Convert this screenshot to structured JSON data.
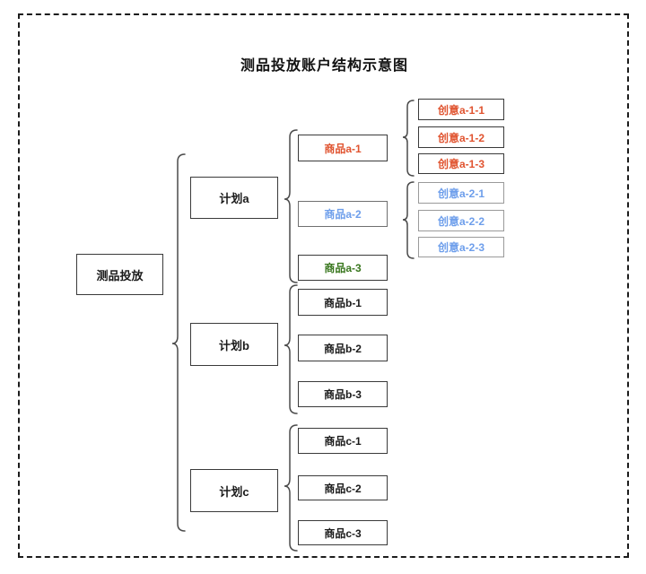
{
  "title": "测品投放账户结构示意图",
  "colors": {
    "red_orange": "#E0532F",
    "blue": "#6D9EEB",
    "green": "#38761D",
    "black": "#1A1A1A"
  },
  "nodes": {
    "root": {
      "label": "测品投放"
    },
    "plan_a": {
      "label": "计划a"
    },
    "plan_b": {
      "label": "计划b"
    },
    "plan_c": {
      "label": "计划c"
    },
    "prod_a1": {
      "label": "商品a-1"
    },
    "prod_a2": {
      "label": "商品a-2"
    },
    "prod_a3": {
      "label": "商品a-3"
    },
    "prod_b1": {
      "label": "商品b-1"
    },
    "prod_b2": {
      "label": "商品b-2"
    },
    "prod_b3": {
      "label": "商品b-3"
    },
    "prod_c1": {
      "label": "商品c-1"
    },
    "prod_c2": {
      "label": "商品c-2"
    },
    "prod_c3": {
      "label": "商品c-3"
    },
    "cre_a11": {
      "label": "创意a-1-1"
    },
    "cre_a12": {
      "label": "创意a-1-2"
    },
    "cre_a13": {
      "label": "创意a-1-3"
    },
    "cre_a21": {
      "label": "创意a-2-1"
    },
    "cre_a22": {
      "label": "创意a-2-2"
    },
    "cre_a23": {
      "label": "创意a-2-3"
    }
  }
}
